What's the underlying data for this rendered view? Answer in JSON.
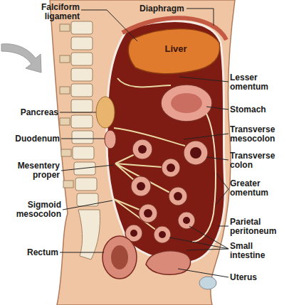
{
  "diagram": {
    "labels": [
      "Falciform ligament",
      "Diaphragm",
      "Liver",
      "Lesser omentum",
      "Pancreas",
      "Stomach",
      "Duodenum",
      "Transverse mesocolon",
      "Transverse colon",
      "Mesentery proper",
      "Greater omentum",
      "Sigmoid mesocolon",
      "Parietal peritoneum",
      "Small intestine",
      "Rectum",
      "Uterus"
    ]
  }
}
